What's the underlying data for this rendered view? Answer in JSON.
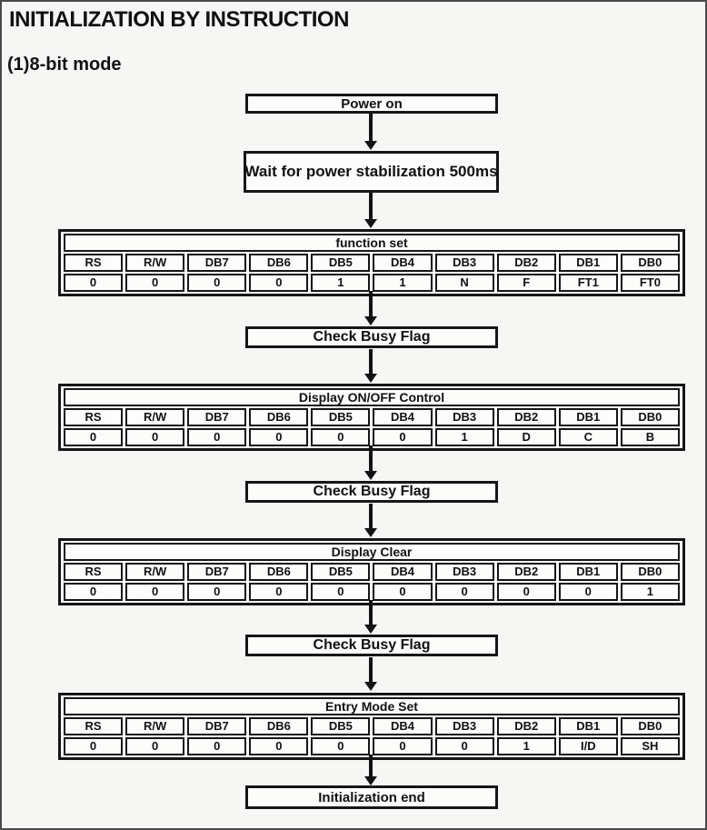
{
  "page": {
    "title": "INITIALIZATION BY INSTRUCTION",
    "subtitle": "(1)8-bit mode"
  },
  "flow": {
    "power_on": "Power on",
    "wait": "Wait for power stabilization 500ms",
    "check_busy_flag": "Check Busy Flag",
    "initialization_end": "Initialization end"
  },
  "tables": [
    {
      "title": "function set",
      "headers": [
        "RS",
        "R/W",
        "DB7",
        "DB6",
        "DB5",
        "DB4",
        "DB3",
        "DB2",
        "DB1",
        "DB0"
      ],
      "values": [
        "0",
        "0",
        "0",
        "0",
        "1",
        "1",
        "N",
        "F",
        "FT1",
        "FT0"
      ]
    },
    {
      "title": "Display ON/OFF Control",
      "headers": [
        "RS",
        "R/W",
        "DB7",
        "DB6",
        "DB5",
        "DB4",
        "DB3",
        "DB2",
        "DB1",
        "DB0"
      ],
      "values": [
        "0",
        "0",
        "0",
        "0",
        "0",
        "0",
        "1",
        "D",
        "C",
        "B"
      ]
    },
    {
      "title": "Display Clear",
      "headers": [
        "RS",
        "R/W",
        "DB7",
        "DB6",
        "DB5",
        "DB4",
        "DB3",
        "DB2",
        "DB1",
        "DB0"
      ],
      "values": [
        "0",
        "0",
        "0",
        "0",
        "0",
        "0",
        "0",
        "0",
        "0",
        "1"
      ]
    },
    {
      "title": "Entry Mode Set",
      "headers": [
        "RS",
        "R/W",
        "DB7",
        "DB6",
        "DB5",
        "DB4",
        "DB3",
        "DB2",
        "DB1",
        "DB0"
      ],
      "values": [
        "0",
        "0",
        "0",
        "0",
        "0",
        "0",
        "0",
        "1",
        "I/D",
        "SH"
      ]
    }
  ],
  "colors": {
    "ink": "#111111",
    "box_border": "#161616",
    "background": "#f6f6f4",
    "box_fill": "#fcfcfa"
  }
}
